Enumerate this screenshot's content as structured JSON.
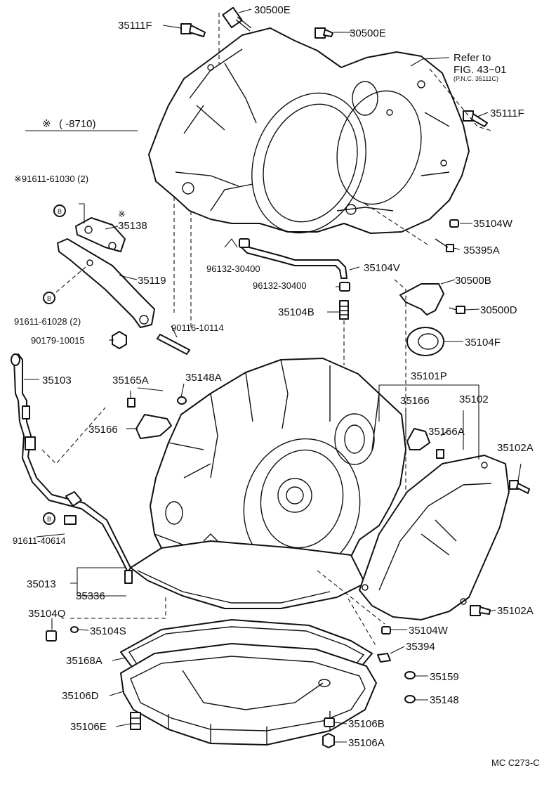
{
  "note": {
    "symbol": "※",
    "range": "(     -8710)"
  },
  "refer": {
    "line1": "Refer to",
    "line2": "FIG. 43−01",
    "line3": "(P.N.C. 35111C)"
  },
  "bolt_marker": "B",
  "footer": "MC C273-C",
  "labels": {
    "p30500E_top": "30500E",
    "p35111F_top": "35111F",
    "p30500E_mid": "30500E",
    "p35111F_right": "35111F",
    "p91611_61030": "※91611-61030 (2)",
    "p35138": "35138",
    "p35138_mark": "※",
    "p35104W_top": "35104W",
    "p35395A": "35395A",
    "p96132_30400_a": "96132-30400",
    "p35104V": "35104V",
    "p35119": "35119",
    "p96132_30400_b": "96132-30400",
    "p30500B": "30500B",
    "p91611_61028": "91611-61028 (2)",
    "p35104B": "35104B",
    "p30500D": "30500D",
    "p90116_10114": "90116-10114",
    "p90179_10015": "90179-10015",
    "p35104F": "35104F",
    "p35103": "35103",
    "p35165A": "35165A",
    "p35148A": "35148A",
    "p35101P": "35101P",
    "p35166_a": "35166",
    "p35102": "35102",
    "p35166_b": "35166",
    "p35166A": "35166A",
    "p35102A_top": "35102A",
    "p91611_40614": "91611-40614",
    "p35013": "35013",
    "p35336": "35336",
    "p35102A_bottom": "35102A",
    "p35104Q": "35104Q",
    "p35104S": "35104S",
    "p35104W_bottom": "35104W",
    "p35394": "35394",
    "p35168A": "35168A",
    "p35159": "35159",
    "p35106D": "35106D",
    "p35148": "35148",
    "p35106E": "35106E",
    "p35106B": "35106B",
    "p35106A": "35106A"
  }
}
